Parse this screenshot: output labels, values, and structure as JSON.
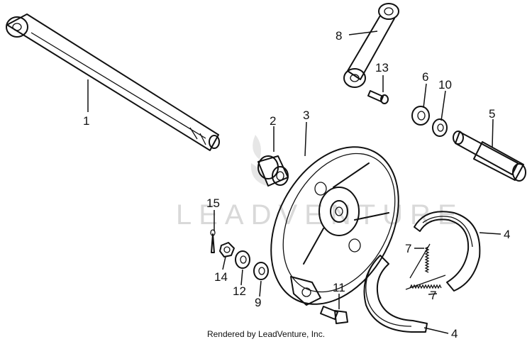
{
  "watermark": "LEADVENTURE",
  "footer": "Rendered by LeadVenture, Inc.",
  "callouts": {
    "c1": "1",
    "c2": "2",
    "c3": "3",
    "c4a": "4",
    "c4b": "4",
    "c5": "5",
    "c6": "6",
    "c7a": "7",
    "c7b": "7",
    "c8": "8",
    "c9": "9",
    "c10": "10",
    "c11": "11",
    "c12": "12",
    "c13": "13",
    "c14": "14",
    "c15": "15"
  }
}
